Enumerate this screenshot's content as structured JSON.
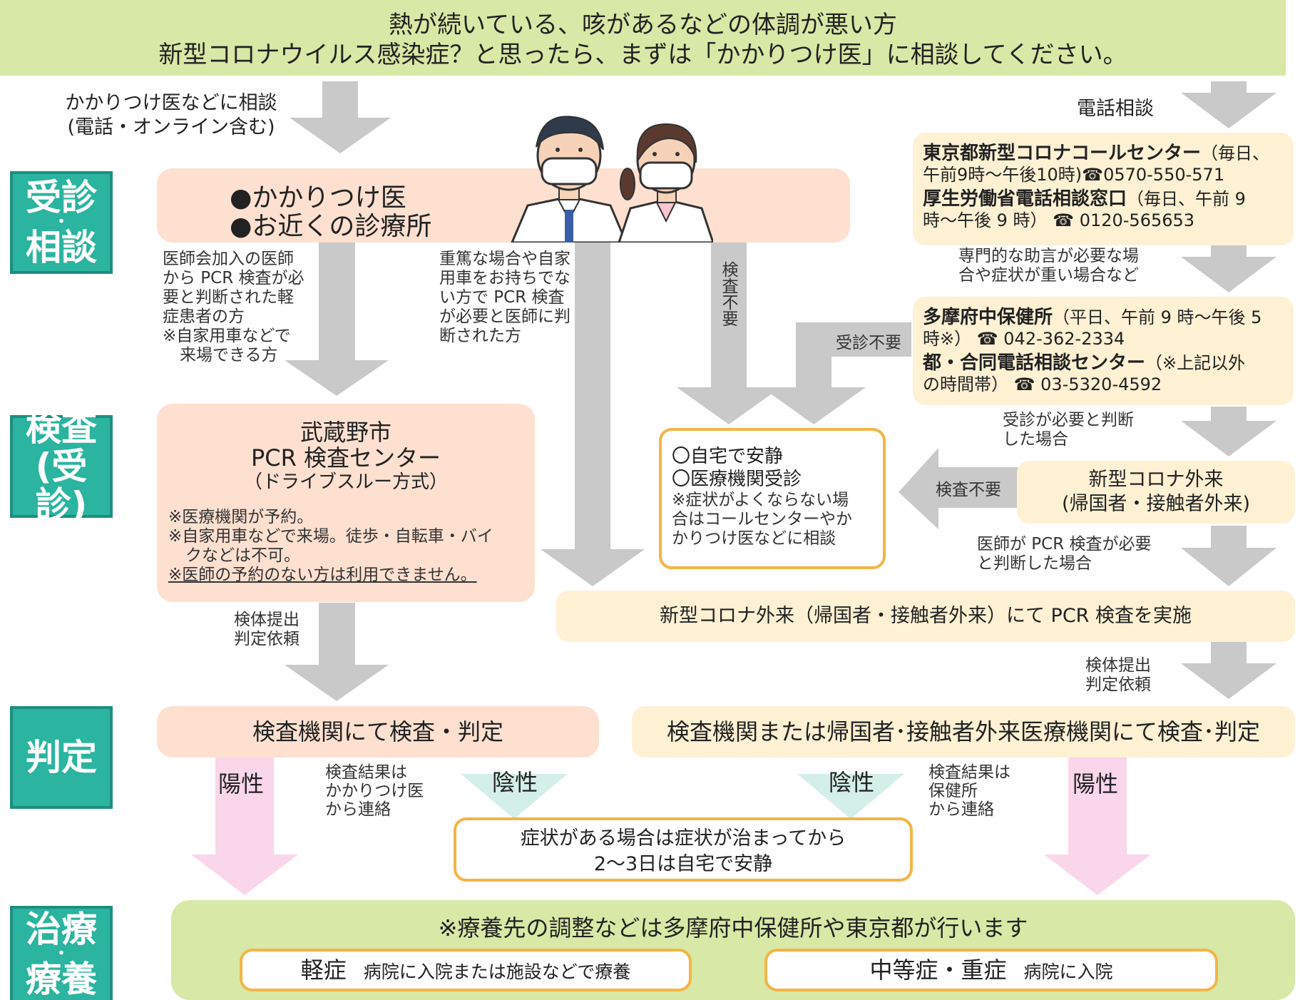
{
  "banner": {
    "line1": "熱が続いている、咳があるなどの体調が悪い方",
    "line2": "新型コロナウイルス感染症？と思ったら、まずは「かかりつけ医」に相談してください。"
  },
  "stages": {
    "consult": {
      "top": "受診",
      "dot": "・",
      "bottom": "相談"
    },
    "test": {
      "top": "検査",
      "bottom": "(受診)"
    },
    "judge": {
      "top": "判定"
    },
    "treat": {
      "top": "治療",
      "dot": "・",
      "bottom": "療養"
    }
  },
  "labels": {
    "consult_family": "かかりつけ医などに相談",
    "consult_family_sub": "(電話・オンライン含む)",
    "phone_consult": "電話相談",
    "mild_l1": "医師会加入の医師",
    "mild_l2": "から PCR 検査が必",
    "mild_l3": "要と判断された軽",
    "mild_l4": "症患者の方",
    "mild_l5": "※自家用車などで",
    "mild_l6": "来場できる方",
    "severe_l1": "重篤な場合や自家",
    "severe_l2": "用車をお持ちでな",
    "severe_l3": "い方で PCR 検査",
    "severe_l4": "が必要と医師に判",
    "severe_l5": "断された方",
    "no_test_vertical": "検査不要",
    "no_visit": "受診不要",
    "expert_l1": "専門的な助言が必要な場",
    "expert_l2": "合や症状が重い場合など",
    "visit_needed_l1": "受診が必要と判断",
    "visit_needed_l2": "した場合",
    "no_test": "検査不要",
    "doctor_pcr_l1": "医師が PCR 検査が必要",
    "doctor_pcr_l2": "と判断した場合",
    "specimen_l1": "検体提出",
    "specimen_l2": "判定依頼",
    "specimen2_l1": "検体提出",
    "specimen2_l2": "判定依頼",
    "result_family_l1": "検査結果は",
    "result_family_l2": "かかりつけ医",
    "result_family_l3": "から連絡",
    "result_health_l1": "検査結果は",
    "result_health_l2": "保健所",
    "result_health_l3": "から連絡",
    "positive": "陽性",
    "negative": "陰性",
    "negative2": "陰性",
    "positive2": "陽性"
  },
  "clinic": {
    "item1": "●かかりつけ医",
    "item2": "●お近くの診療所"
  },
  "callcenter": {
    "tokyo_name": "東京都新型コロナコールセンター",
    "tokyo_hours_a": "（毎日、",
    "tokyo_hours_b": "午前9時〜午後10時)",
    "tokyo_phone": "☎0570-550-571",
    "mhlw_name": "厚生労働省電話相談窓口",
    "mhlw_hours_a": "（毎日、午前 9",
    "mhlw_hours_b": "時〜午後 9 時）",
    "mhlw_phone": "☎ 0120-565653"
  },
  "healthcenter": {
    "tama_name": "多摩府中保健所",
    "tama_hours_a": "（平日、午前 9 時〜午後 5",
    "tama_hours_b": "時※）",
    "tama_phone": "☎ 042-362-2334",
    "joint_name": "都・合同電話相談センター",
    "joint_hours_a": "（※上記以外",
    "joint_hours_b": "の時間帯）",
    "joint_phone": "☎ 03-5320-4592"
  },
  "pcr_center": {
    "l1": "武蔵野市",
    "l2": "PCR 検査センター",
    "l3": "（ドライブスルー方式）",
    "n1": "※医療機関が予約。",
    "n2": "※自家用車などで来場。徒歩・自転車・バイ",
    "n3": "クなどは不可。",
    "n4": "※医師の予約のない方は利用できません。"
  },
  "home_rest": {
    "l1": "〇自宅で安静",
    "l2": "〇医療機関受診",
    "n1": "※症状がよくならない場",
    "n2": "合はコールセンターやか",
    "n3": "かりつけ医などに相談"
  },
  "outpatient": {
    "l1": "新型コロナ外来",
    "l2": "(帰国者・接触者外来)"
  },
  "pcr_outpatient": "新型コロナ外来（帰国者・接触者外来）にて PCR 検査を実施",
  "judge_left": "検査機関にて検査・判定",
  "judge_right": "検査機関または帰国者･接触者外来医療機関にて検査･判定",
  "recovery": {
    "l1": "症状がある場合は症状が治まってから",
    "l2": "2〜3日は自宅で安静"
  },
  "treatment": {
    "title": "※療養先の調整などは多摩府中保健所や東京都が行います",
    "mild_main": "軽症",
    "mild_sub": "病院に入院または施設などで療養",
    "severe_main": "中等症・重症",
    "severe_sub": "病院に入院"
  },
  "colors": {
    "banner": "#d8e8a6",
    "stage": "#2bb4a0",
    "peach": "#fde0d0",
    "cream": "#fef1d4",
    "gray_arrow": "#c8c8c8",
    "pink_arrow": "#f9d6ea",
    "mint_arrow": "#d3efe7",
    "orange_border": "#f3b547"
  }
}
